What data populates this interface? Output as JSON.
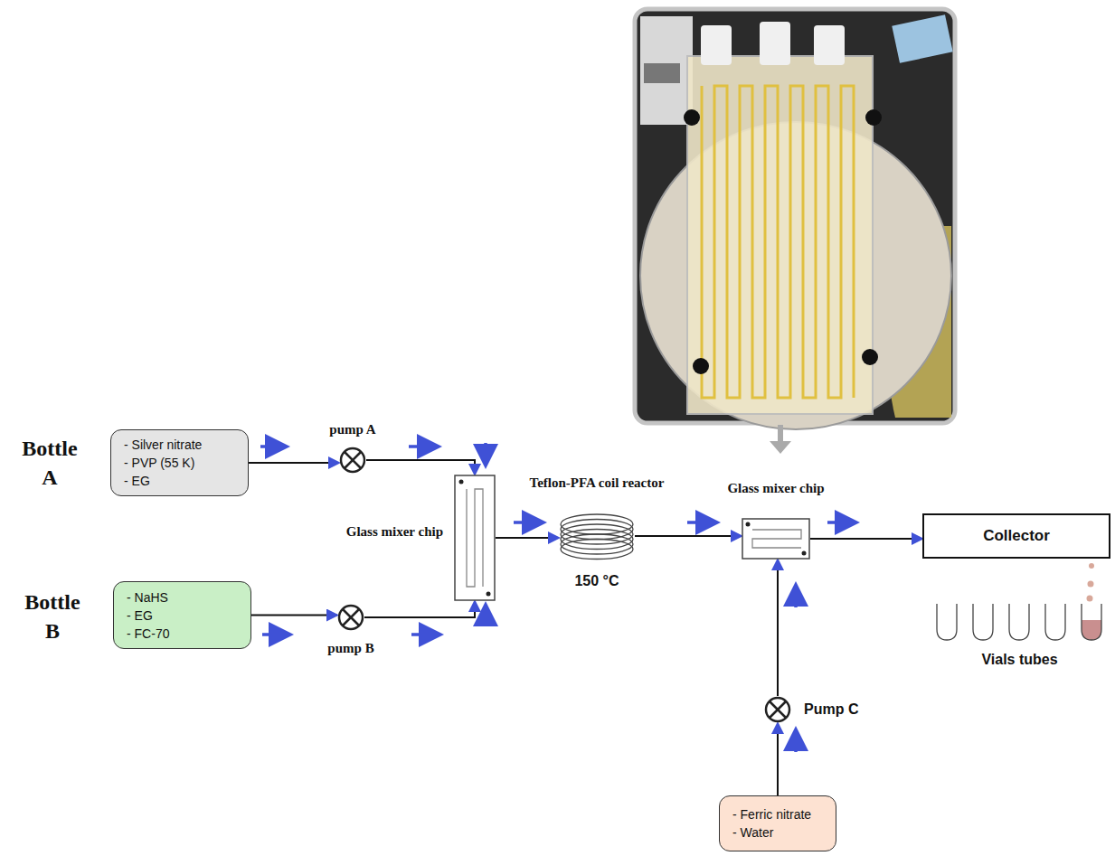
{
  "diagram": {
    "nodes": [
      {
        "text": [
          "Bottle A",
          "- Silver nitrate",
          "- PVP (55 K)",
          "- EG"
        ]
      },
      {
        "text": [
          "Bottle B",
          "- NaHS",
          "- EG",
          "- FC-70"
        ]
      },
      {
        "text": [
          "pump A"
        ]
      },
      {
        "text": [
          "pump B"
        ]
      },
      {
        "text": [
          "Glass mixer chip"
        ]
      },
      {
        "text": [
          "Teflon-PFA coil reactor",
          "150 °C"
        ]
      },
      {
        "text": [
          "Glass mixer chip"
        ]
      },
      {
        "text": [
          "Collector"
        ]
      },
      {
        "text": [
          "Vials tubes"
        ]
      },
      {
        "text": [
          "Pump C"
        ]
      },
      {
        "text": [
          "- Ferric nitrate",
          "- Water"
        ]
      }
    ],
    "edges": [
      {
        "from": 0,
        "to": 2,
        "arrow": "to"
      },
      {
        "from": 2,
        "to": 4,
        "arrow": "to"
      },
      {
        "from": 1,
        "to": 3,
        "arrow": "to"
      },
      {
        "from": 3,
        "to": 4,
        "arrow": "to"
      },
      {
        "from": 4,
        "to": 5,
        "arrow": "to"
      },
      {
        "from": 5,
        "to": 6,
        "arrow": "to"
      },
      {
        "from": 6,
        "to": 7,
        "arrow": "to"
      },
      {
        "from": 10,
        "to": 9,
        "arrow": "to"
      },
      {
        "from": 9,
        "to": 6,
        "arrow": "to"
      }
    ]
  }
}
